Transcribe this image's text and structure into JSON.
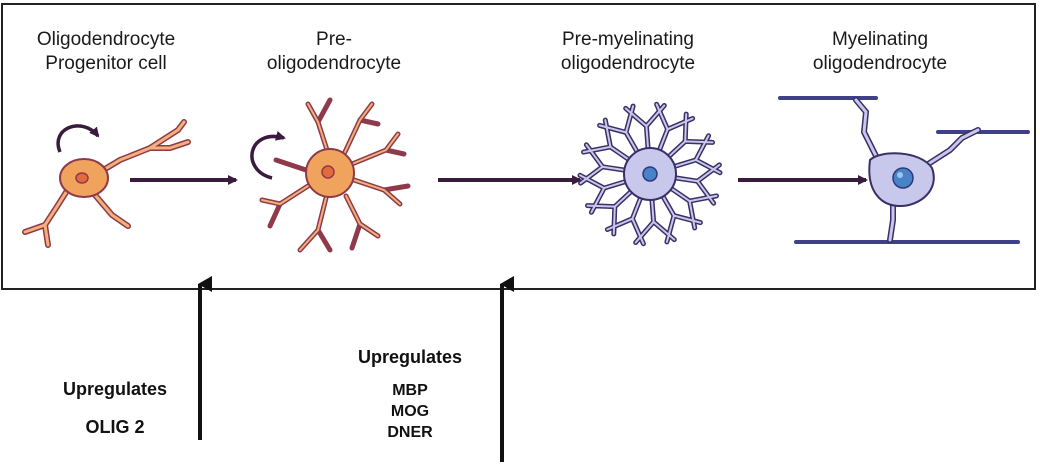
{
  "stages": [
    {
      "lines": [
        "Oligodendrocyte",
        "Progenitor cell"
      ]
    },
    {
      "lines": [
        "Pre-",
        "oligodendrocyte"
      ]
    },
    {
      "lines": [
        "Pre-myelinating",
        "oligodendrocyte"
      ]
    },
    {
      "lines": [
        "Myelinating",
        "oligodendrocyte"
      ]
    }
  ],
  "annotations": [
    {
      "heading": "Upregulates",
      "markers": [
        "OLIG 2"
      ]
    },
    {
      "heading": "Upregulates",
      "markers": [
        "MBP",
        "MOG",
        "DNER"
      ]
    }
  ],
  "colors": {
    "orange_cell": "#f0a35c",
    "orange_nucleus": "#e36a3a",
    "orange_outline": "#8e3a4a",
    "blue_cell": "#c8c8ec",
    "blue_nucleus": "#4a82c8",
    "blue_outline": "#3a2f66",
    "myelin": "#3f3f8a",
    "arrow": "#3a1b3d"
  }
}
